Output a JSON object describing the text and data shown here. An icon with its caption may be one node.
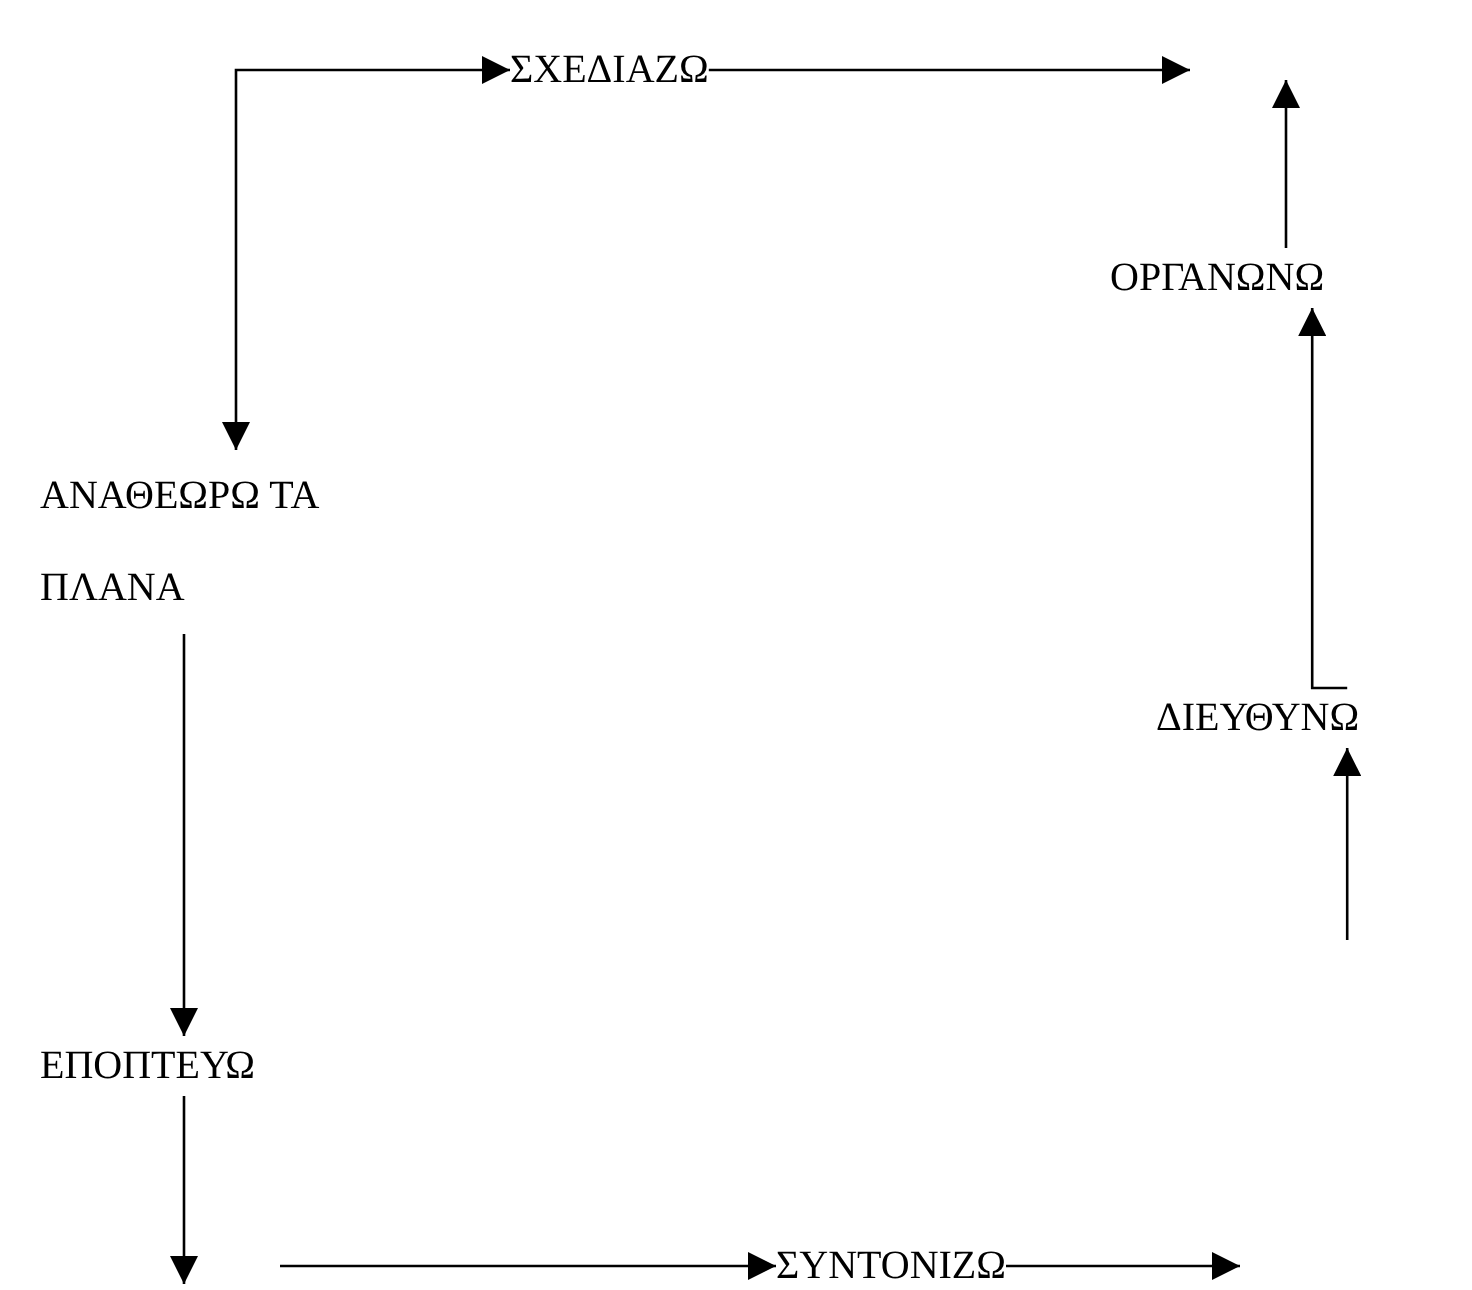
{
  "diagram": {
    "nodes": [
      {
        "text": [
          "ΣΧΕΔΙΑΖΩ"
        ]
      },
      {
        "text": [
          "ΟΡΓΑΝΩΝΩ"
        ]
      },
      {
        "text": [
          "ΑΝΑΘΕΩΡΩ ΤΑ ΠΛΑΝΑ"
        ]
      },
      {
        "text": [
          "ΔΙΕΥΘΥΝΩ"
        ]
      },
      {
        "text": [
          "ΕΠΟΠΤΕΥΩ"
        ]
      },
      {
        "text": [
          "ΣΥΝΤΟΝΙΖΩ"
        ]
      }
    ],
    "edges": [
      {
        "from": 2,
        "to": 0,
        "arrow": "both"
      },
      {
        "from": 0,
        "to": null,
        "arrow": "to"
      },
      {
        "from": 1,
        "to": null,
        "arrow": "to"
      },
      {
        "from": 3,
        "to": 1,
        "arrow": "to"
      },
      {
        "from": null,
        "to": 3,
        "arrow": "to"
      },
      {
        "from": 2,
        "to": 4,
        "arrow": "to"
      },
      {
        "from": 4,
        "to": null,
        "arrow": "to"
      },
      {
        "from": null,
        "to": 5,
        "arrow": "to"
      },
      {
        "from": 5,
        "to": null,
        "arrow": "to"
      }
    ]
  }
}
